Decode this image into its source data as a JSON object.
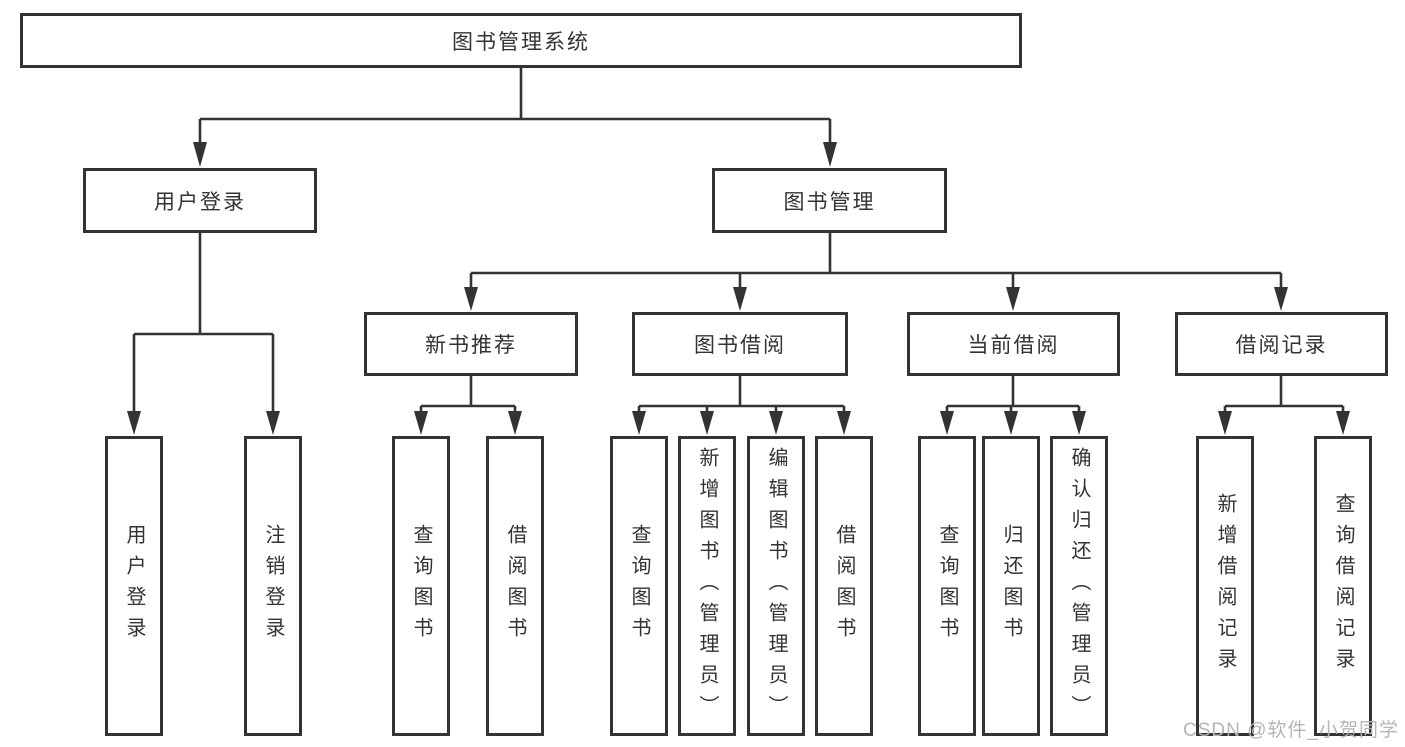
{
  "diagram": {
    "type": "org-tree",
    "background": "#ffffff",
    "colors": {
      "line": "#333333",
      "box_border": "#333333",
      "text": "#333333",
      "watermark_text": "#b4b4b4"
    }
  },
  "tree": {
    "label": "图书管理系统",
    "children": [
      {
        "label": "用户登录",
        "children": [
          {
            "label": "用户登录"
          },
          {
            "label": "注销登录"
          }
        ]
      },
      {
        "label": "图书管理",
        "children": [
          {
            "label": "新书推荐",
            "children": [
              {
                "label": "查询图书"
              },
              {
                "label": "借阅图书"
              }
            ]
          },
          {
            "label": "图书借阅",
            "children": [
              {
                "label": "查询图书"
              },
              {
                "label": "新增图书（管理员）"
              },
              {
                "label": "编辑图书（管理员）"
              },
              {
                "label": "借阅图书"
              }
            ]
          },
          {
            "label": "当前借阅",
            "children": [
              {
                "label": "查询图书"
              },
              {
                "label": "归还图书"
              },
              {
                "label": "确认归还（管理员）"
              }
            ]
          },
          {
            "label": "借阅记录",
            "children": [
              {
                "label": "新增借阅记录"
              },
              {
                "label": "查询借阅记录"
              }
            ]
          }
        ]
      }
    ]
  },
  "watermark": "CSDN @软件_小贺同学"
}
